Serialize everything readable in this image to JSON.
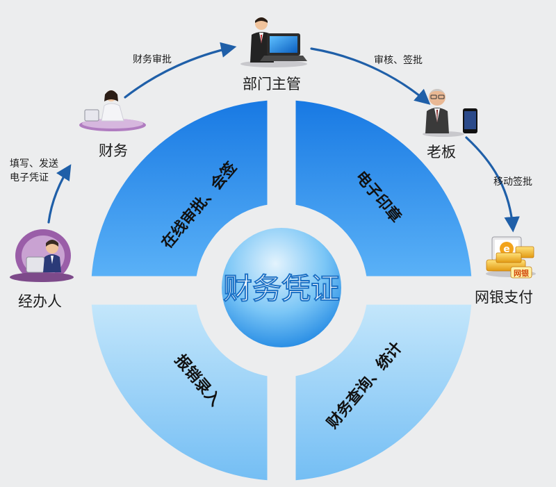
{
  "center": {
    "label": "财务凭证"
  },
  "quadrants": {
    "top_left": "在线审批、会签",
    "top_right": "电子印章",
    "bottom_left": "报销录入",
    "bottom_right": "财务查询、统计"
  },
  "roles": {
    "handler": "经办人",
    "finance": "财务",
    "dept_manager": "部门主管",
    "boss": "老板",
    "online_bank": "网银支付"
  },
  "flow_labels": {
    "fill_send_line1": "填写、发送",
    "fill_send_line2": "电子凭证",
    "finance_approve": "财务审批",
    "review_sign": "审核、签批",
    "mobile_sign": "移动签批"
  },
  "icons": {
    "handler": "person-at-desk-icon",
    "finance": "woman-at-desk-icon",
    "dept_manager": "manager-with-laptop-icon",
    "boss": "boss-with-phone-icon",
    "online_bank": "online-banking-icon",
    "bank_badge": "网银"
  },
  "colors": {
    "background": "#ecedee",
    "top_quadrant_dark": "#1a7fe6",
    "top_quadrant_light": "#55aef6",
    "bottom_quadrant_light": "#bde3fb",
    "bottom_quadrant_dark": "#7cc3f5",
    "arrow": "#1f5fa8"
  }
}
